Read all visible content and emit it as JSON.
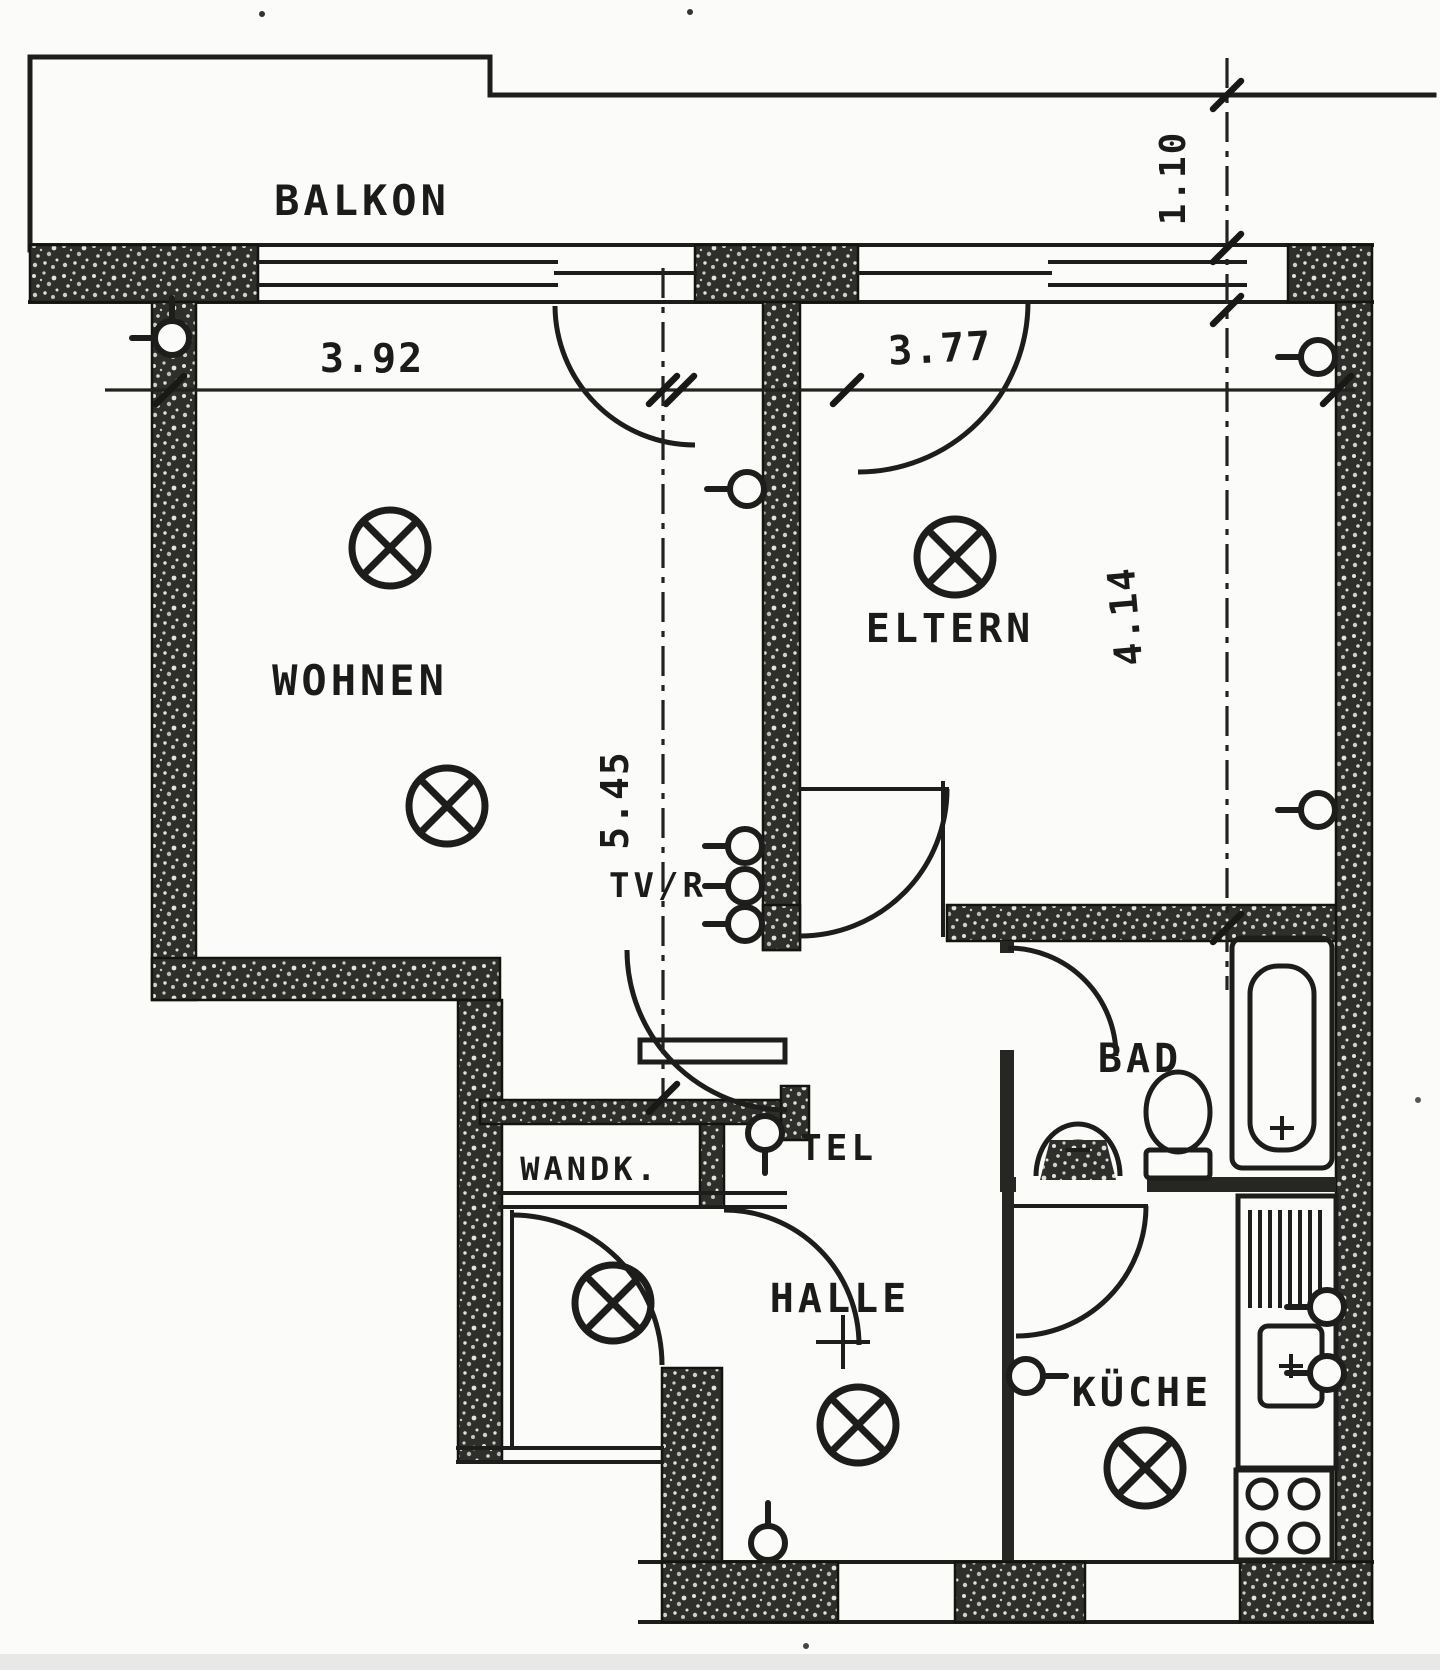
{
  "labels": {
    "balkon": "BALKON",
    "wohnen": "WOHNEN",
    "eltern": "ELTERN",
    "tv_r": "TV/R",
    "wandk": "WANDK.",
    "tel": "TEL",
    "bad": "BAD",
    "halle": "HALLE",
    "kueche": "KÜCHE"
  },
  "dimensions": {
    "wohnen_width": "3.92",
    "eltern_width": "3.77",
    "balkon_depth": "1.10",
    "eltern_depth": "4.14",
    "wohnen_depth": "5.45"
  },
  "colors": {
    "ink": "#1d1d1b",
    "wall_fill": "#2e2e2b",
    "paper": "#fbfbf9"
  }
}
